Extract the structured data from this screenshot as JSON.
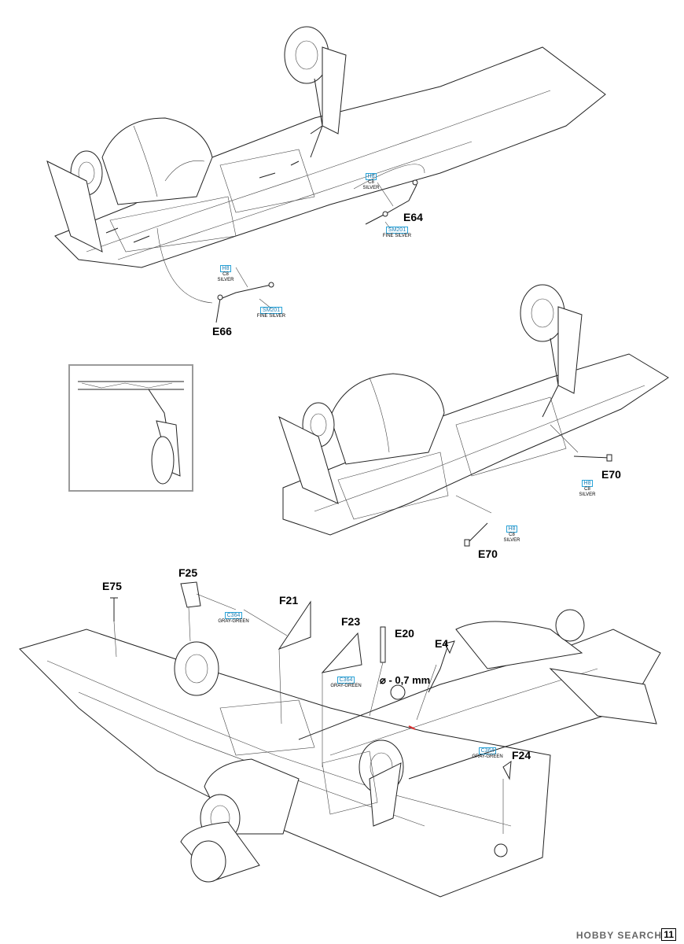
{
  "labels": {
    "e64": "E64",
    "e66": "E66",
    "e70a": "E70",
    "e70b": "E70",
    "e75": "E75",
    "f25": "F25",
    "f21": "F21",
    "f23": "F23",
    "e20": "E20",
    "e4": "E4",
    "f24": "F24"
  },
  "paints": {
    "e64_top": {
      "code": "H8",
      "line1": "C8",
      "line2": "SILVER"
    },
    "e64_bottom": {
      "code": "SM201",
      "line2": "FINE SILVER"
    },
    "e66_top": {
      "code": "H8",
      "line1": "C8",
      "line2": "SILVER"
    },
    "e66_bottom": {
      "code": "SM201",
      "line2": "FINE SILVER"
    },
    "e70a": {
      "code": "H8",
      "line1": "C8",
      "line2": "SILVER"
    },
    "e70b": {
      "code": "H8",
      "line1": "C8",
      "line2": "SILVER"
    },
    "f25": {
      "code": "C364",
      "line2": "GRAY-GREEN"
    },
    "f23": {
      "code": "C364",
      "line2": "GRAY-GREEN"
    },
    "f24": {
      "code": "C364",
      "line2": "GRAY-GREEN"
    }
  },
  "drill": "⌀ - 0,7 mm",
  "watermark": "HOBBY SEARCH",
  "page_number": "11",
  "colors": {
    "paint_box": "#29a3d8",
    "highlight": "#e03030",
    "inset_border": "#9a9a9a"
  }
}
